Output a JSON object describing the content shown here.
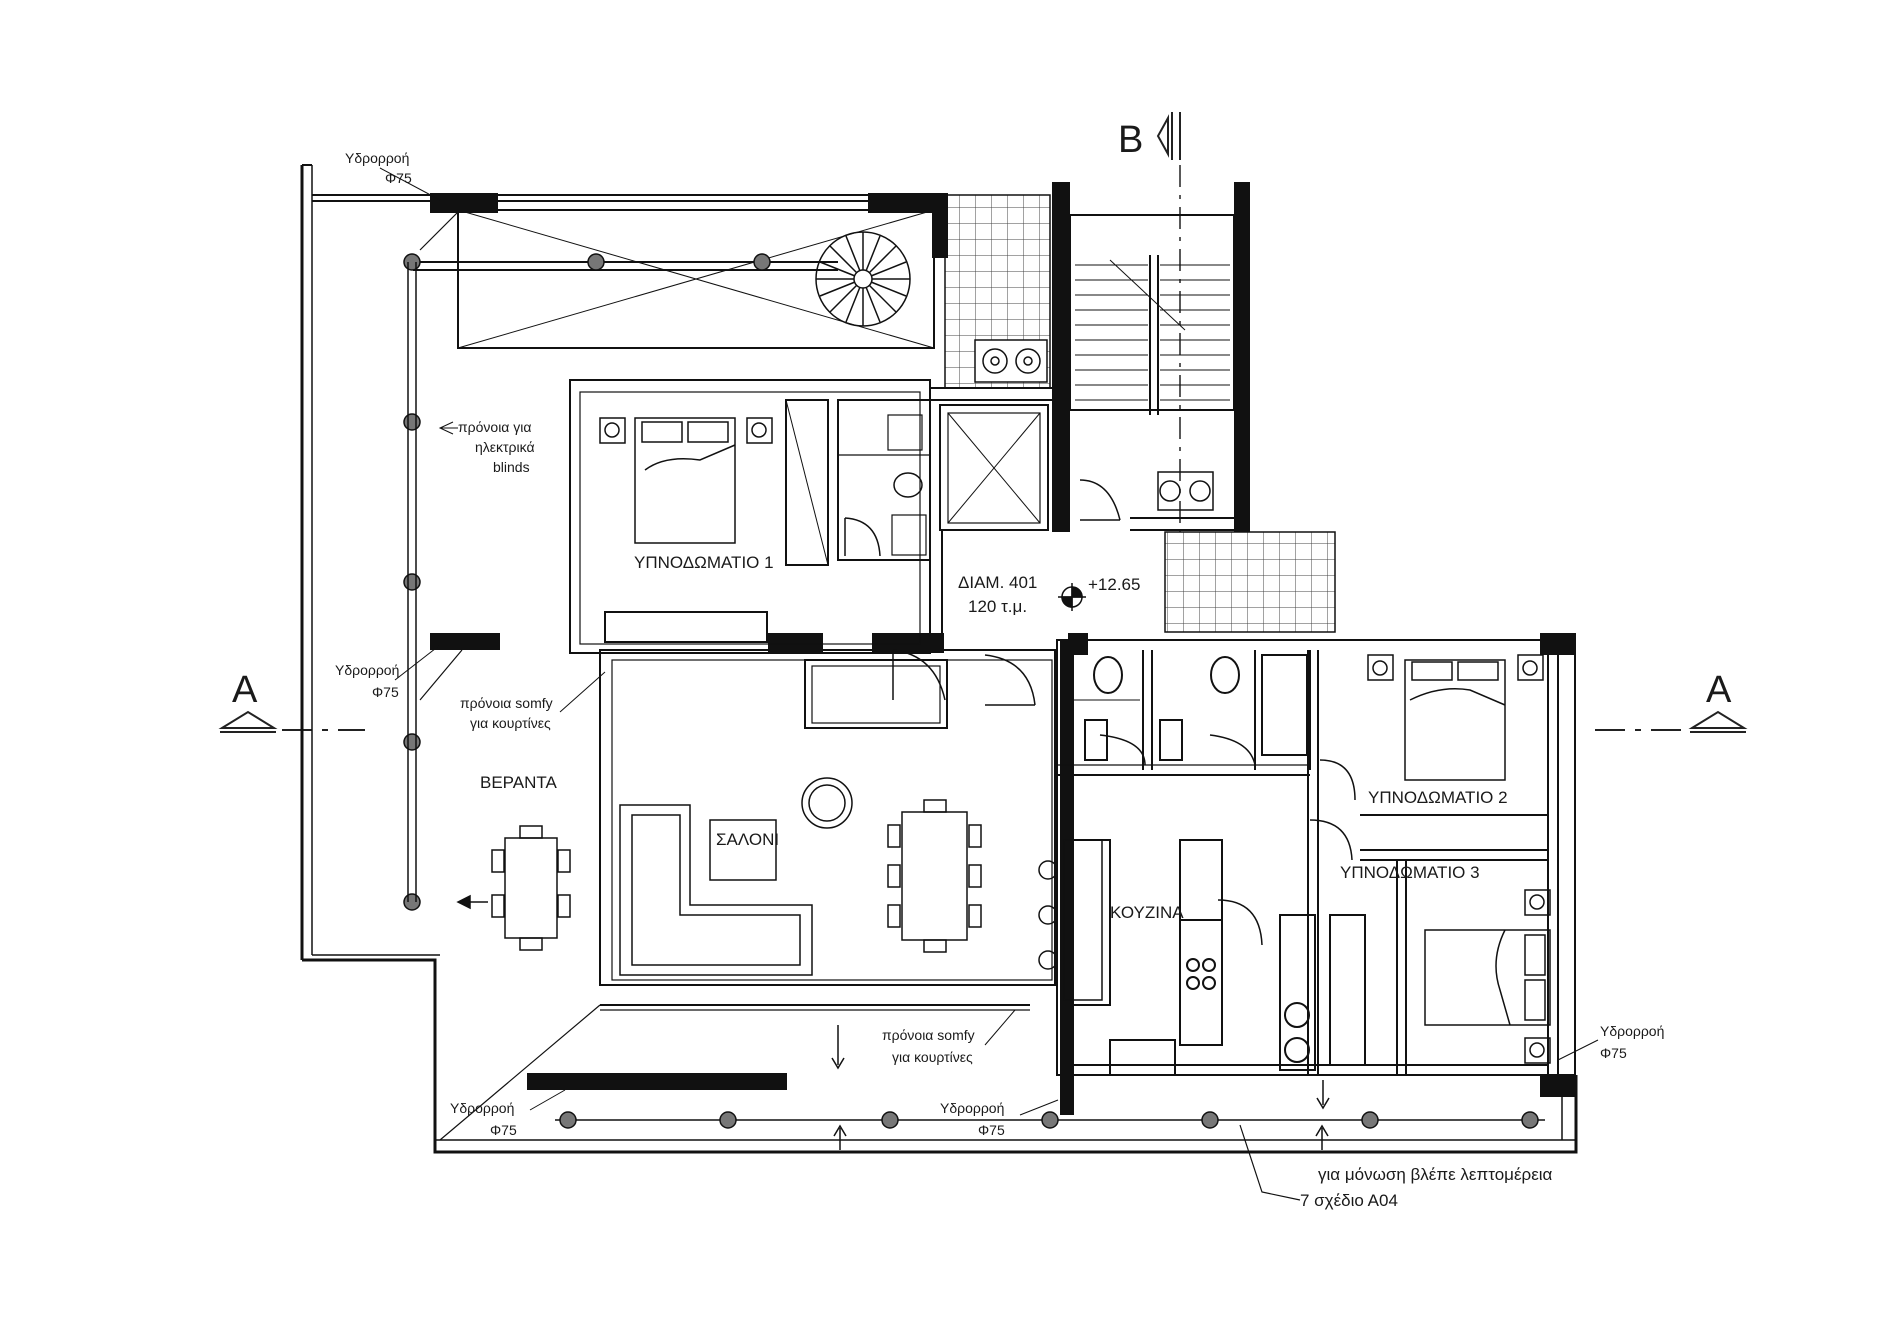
{
  "section_markers": {
    "a_left": "A",
    "a_right": "A",
    "b_top": "B"
  },
  "unit": {
    "name": "ΔΙΑΜ. 401",
    "area": "120 τ.μ.",
    "level": "+12.65"
  },
  "rooms": {
    "bedroom1": "ΥΠΝΟΔΩΜΑΤΙΟ 1",
    "bedroom2": "ΥΠΝΟΔΩΜΑΤΙΟ 2",
    "bedroom3": "ΥΠΝΟΔΩΜΑΤΙΟ 3",
    "veranda": "ΒΕΡΑΝΤΑ",
    "living": "ΣΑΛΟΝΙ",
    "kitchen": "ΚΟΥΖΙΝΑ"
  },
  "notes": {
    "drain_label": "Υδρορροή",
    "drain_size": "Φ75",
    "blinds_1": "πρόνοια για",
    "blinds_2": "ηλεκτρικά",
    "blinds_3": "blinds",
    "somfy_1": "πρόνοια somfy",
    "somfy_2": "για κουρτίνες",
    "insulation_1": "για μόνωση  βλέπε λεπτομέρεια",
    "insulation_2": "7 σχέδιο Α04"
  }
}
